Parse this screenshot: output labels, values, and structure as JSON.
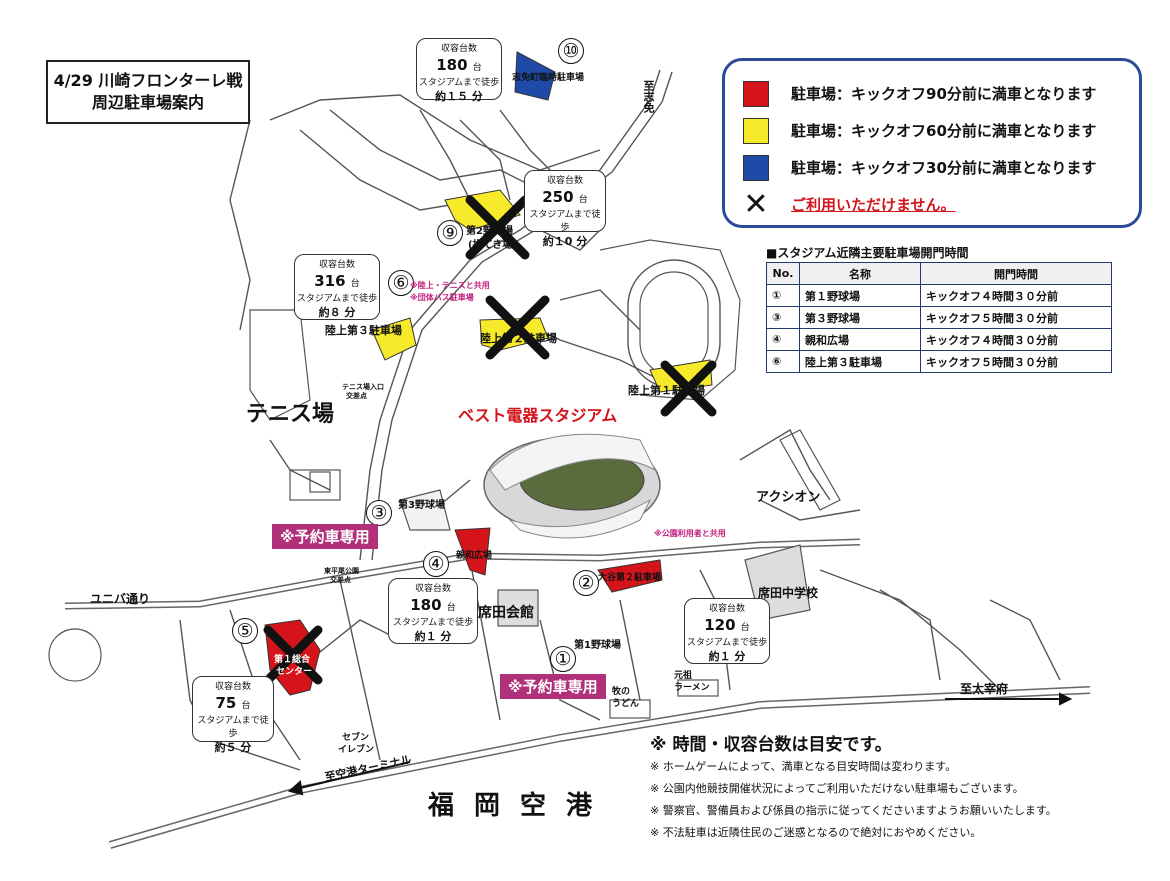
{
  "title": {
    "line1": "4/29 川崎フロンターレ戦",
    "line2": "周辺駐車場案内"
  },
  "legend": {
    "items": [
      {
        "color": "#d4141a",
        "text": "駐車場：キックオフ90分前に満車となります"
      },
      {
        "color": "#f7ea2b",
        "text": "駐車場：キックオフ60分前に満車となります"
      },
      {
        "color": "#1f4aa8",
        "text": "駐車場：キックオフ30分前に満車となります"
      }
    ],
    "unavailable": "ご利用いただけません。"
  },
  "hours_table": {
    "title": "■スタジアム近隣主要駐車場開門時間",
    "headers": [
      "No.",
      "名称",
      "開門時間"
    ],
    "rows": [
      [
        "①",
        "第１野球場",
        "キックオフ４時間３０分前"
      ],
      [
        "③",
        "第３野球場",
        "キックオフ５時間３０分前"
      ],
      [
        "④",
        "親和広場",
        "キックオフ４時間３０分前"
      ],
      [
        "⑥",
        "陸上第３駐車場",
        "キックオフ５時間３０分前"
      ]
    ]
  },
  "capacity_boxes": {
    "b10": {
      "l1": "収容台数",
      "count": "180",
      "unit": "台",
      "l3": "スタジアムまで徒歩",
      "walk": "約１５ 分"
    },
    "b9": {
      "l1": "収容台数",
      "count": "250",
      "unit": "台",
      "l3": "スタジアムまで徒歩",
      "walk": "約１0 分"
    },
    "b6": {
      "l1": "収容台数",
      "count": "316",
      "unit": "台",
      "l3": "スタジアムまで徒歩",
      "walk": "約８ 分"
    },
    "b4": {
      "l1": "収容台数",
      "count": "180",
      "unit": "台",
      "l3": "スタジアムまで徒歩",
      "walk": "約１ 分"
    },
    "b2": {
      "l1": "収容台数",
      "count": "120",
      "unit": "台",
      "l3": "スタジアムまで徒歩",
      "walk": "約１ 分"
    },
    "b5": {
      "l1": "収容台数",
      "count": "75",
      "unit": "台",
      "l3": "スタジアムまで徒歩",
      "walk": "約５ 分"
    }
  },
  "numbers": {
    "n1": "①",
    "n2": "②",
    "n3": "③",
    "n4": "④",
    "n5": "⑤",
    "n6": "⑥",
    "n9": "⑨",
    "n10": "⑩"
  },
  "lots": {
    "shimen": "志免町臨時駐車場",
    "yakyu2": "第2野球場",
    "yakyu2b": "(投てき場)",
    "rikujo3": "陸上第３駐車場",
    "rikujo2": "陸上第２駐車場",
    "rikujo1": "陸上第１駐車場",
    "yakyu3": "第3野球場",
    "shinwa": "親和広場",
    "otani2": "大谷第２駐車場",
    "yakyu1": "第1野球場",
    "sogo1": "第１総合",
    "sogo2": "センター"
  },
  "notes_small": {
    "lot6a": "※陸上・テニスと共用",
    "lot6b": "※団体バス駐車場",
    "park_shared": "※公園利用者と共用"
  },
  "places": {
    "stadium": "ベスト電器スタジアム",
    "tennis": "テニス場",
    "kaikan": "席田会館",
    "school": "席田中学校",
    "axion": "アクシオン",
    "univa": "ユニバ通り",
    "seven1": "セブン",
    "seven2": "イレブン",
    "udon1": "牧の",
    "udon2": "うどん",
    "ramen1": "元祖",
    "ramen2": "ラーメン",
    "to_shime": "至志免",
    "to_dazaifu": "至太宰府",
    "to_airport": "至空港ターミナル",
    "airport": "福岡空港",
    "tennis_entrance1": "テニス場入口",
    "tennis_entrance2": "交差点",
    "park_entrance1": "東平尾公園",
    "park_entrance2": "交差点"
  },
  "reserved": {
    "r3": "※予約車専用",
    "r1": "※予約車専用"
  },
  "footer_notes": {
    "head": "※ 時間・収容台数は目安です。",
    "n1": "※ ホームゲームによって、満車となる目安時間は変わります。",
    "n2": "※ 公園内他競技開催状況によってご利用いただけない駐車場もございます。",
    "n3": "※ 警察官、警備員および係員の指示に従ってくださいますようお願いいたします。",
    "n4": "※ 不法駐車は近隣住民のご迷惑となるので絶対におやめください。"
  }
}
